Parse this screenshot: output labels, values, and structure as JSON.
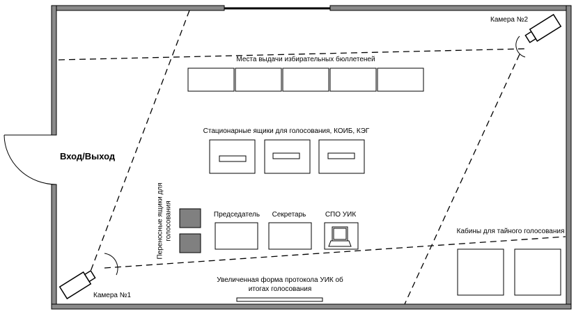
{
  "labels": {
    "ballot_issue": "Места выдачи избирательных бюллетеней",
    "stationary_boxes": "Стационарные ящики для голосования, КОИБ, КЭГ",
    "entry": "Вход/Выход",
    "portable_boxes": "Переносные ящики для голосования",
    "chairman": "Председатель",
    "secretary": "Секретарь",
    "spo": "СПО УИК",
    "booths": "Кабины для тайного голосования",
    "protocol_line1": "Увеличенная форма протокола УИК об",
    "protocol_line2": "итогах голосования",
    "camera1": "Камера №1",
    "camera2": "Камера №2"
  },
  "colors": {
    "wall": "#8a8a8a",
    "wall_outline": "#000000",
    "portable_box_fill": "#808080",
    "line": "#000000"
  },
  "icons": {
    "camera": "security-camera-icon",
    "laptop": "laptop-icon",
    "door": "door-swing-icon"
  }
}
